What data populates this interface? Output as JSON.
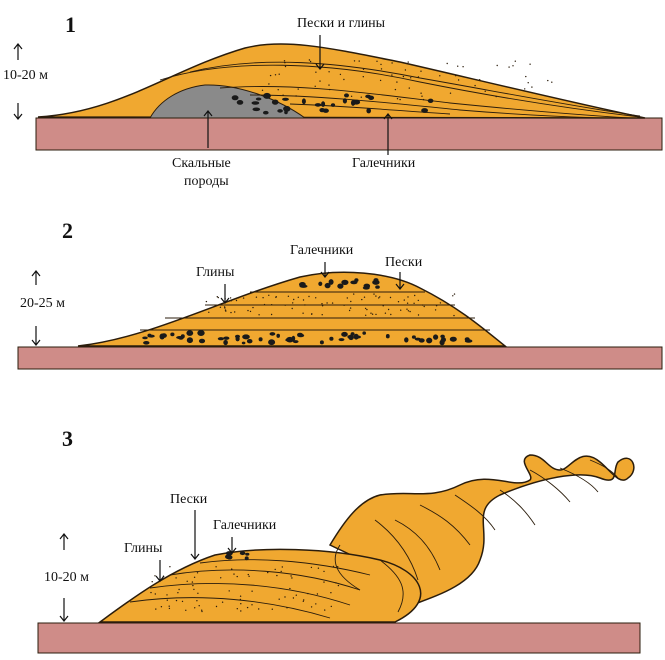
{
  "colors": {
    "bedrock": "#cf8c88",
    "sediment": "#f0a830",
    "outline": "#2b1d0c",
    "rock": "#8a8a8a",
    "pebble": "#1a1a1a"
  },
  "panels": [
    {
      "number": "1",
      "scale": "10-20 м",
      "labels": {
        "top": "Пески и глины",
        "rock_line1": "Скальные",
        "rock_line2": "породы",
        "pebbles": "Галечники"
      }
    },
    {
      "number": "2",
      "scale": "20-25 м",
      "labels": {
        "clays": "Глины",
        "pebbles": "Галечники",
        "sands": "Пески"
      }
    },
    {
      "number": "3",
      "scale": "10-20 м",
      "labels": {
        "sands": "Пески",
        "clays": "Глины",
        "pebbles": "Галечники"
      }
    }
  ]
}
